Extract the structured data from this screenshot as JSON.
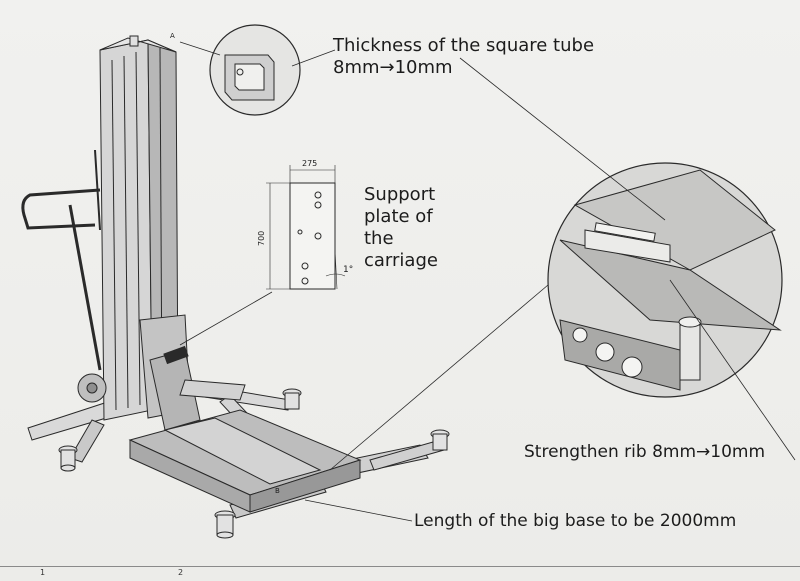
{
  "callouts": {
    "tube_line1": "Thickness of the square tube",
    "tube_line2": "8mm→10mm",
    "plate_line1": "Support",
    "plate_line2": "plate of",
    "plate_line3": "the",
    "plate_line4": "carriage",
    "rib": "Strengthen rib 8mm→10mm",
    "base": "Length of the big base to be 2000mm"
  },
  "markers": {
    "detail_a": "A",
    "detail_b": "B"
  },
  "plate_drawing": {
    "width_dim": "275",
    "height_dim": "700",
    "angle": "1°"
  },
  "footer": {
    "cell_1": "1",
    "cell_2": "2"
  },
  "colors": {
    "ink": "#1c1c1c",
    "paper": "#eeeeec",
    "steel": "#cfcfcf",
    "steel_dark": "#9a9a9a"
  }
}
